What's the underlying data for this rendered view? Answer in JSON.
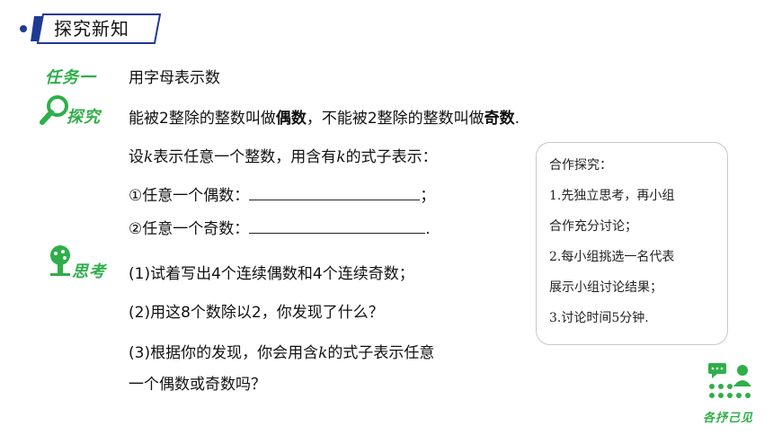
{
  "header": {
    "title": "探究新知"
  },
  "task": {
    "tag": "任务一",
    "text": "用字母表示数"
  },
  "explore": {
    "tag": "探究",
    "line1_a": "能被2整除的整数叫做",
    "line1_b": "偶数",
    "line1_c": "，不能被2整除的整数叫做",
    "line1_d": "奇数",
    "line1_e": ".",
    "line2_a": "设",
    "line2_k1": "k",
    "line2_b": "表示任意一个整数，用含有",
    "line2_k2": "k",
    "line2_c": "的式子表示：",
    "item1": "①任意一个偶数：",
    "item1_end": "；",
    "item2": "②任意一个奇数：",
    "item2_end": "."
  },
  "think": {
    "tag": "思考",
    "q1": "(1)试着写出4个连续偶数和4个连续奇数；",
    "q2": "(2)用这8个数除以2，你发现了什么？",
    "q3_a": "(3)根据你的发现，你会用含",
    "q3_k": "k",
    "q3_b": "的式子表示任意",
    "q3_c": "一个偶数或奇数吗？"
  },
  "tips": {
    "title": "合作探究：",
    "l1": "1.先独立思考，再小组",
    "l2": "合作充分讨论；",
    "l3": "2.每小组挑选一名代表",
    "l4": "展示小组讨论结果；",
    "l5": "3.讨论时间5分钟."
  },
  "badge": {
    "text": "各抒己见"
  },
  "colors": {
    "accent": "#2fae4a",
    "navy": "#1f3a93"
  }
}
